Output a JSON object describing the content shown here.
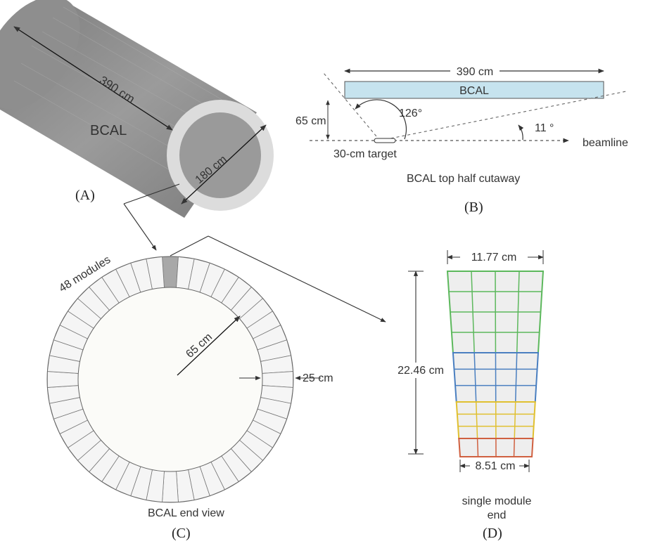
{
  "panel_a": {
    "caption": "(A)",
    "label_detector": "BCAL",
    "label_length": "390 cm",
    "label_diameter": "180 cm"
  },
  "panel_b": {
    "caption": "(B)",
    "label_length": "390 cm",
    "label_detector": "BCAL",
    "label_radius": "65 cm",
    "label_angle_back": "126°",
    "label_angle_forward": "11 °",
    "label_beamline": "beamline",
    "label_target": "30-cm target",
    "label_title": "BCAL  top half cutaway"
  },
  "panel_c": {
    "caption": "(C)",
    "label_modules": "48 modules",
    "label_inner_radius": "65 cm",
    "label_thickness": "25 cm",
    "label_title": "BCAL end view",
    "module_count": 48
  },
  "panel_d": {
    "caption": "(D)",
    "label_top_width": "11.77 cm",
    "label_height": "22.46 cm",
    "label_bottom_width": "8.51 cm",
    "label_title_line1": "single module",
    "label_title_line2": "end",
    "colors": {
      "outer_block": "#5cb85c",
      "middle_block": "#4a7fc0",
      "inner_block": "#e0c030",
      "innermost_block": "#d06040",
      "cell_fill": "#eeeeee"
    }
  },
  "colors": {
    "cylinder_body": "#8a8a8a",
    "cylinder_ring": "#dcdcdc",
    "cylinder_bore": "#9a9a9a",
    "bcal_bar": "#c6e3ee",
    "module_fill": "#f5f5f5",
    "highlight_module": "#a8a8a8",
    "line": "#333333"
  }
}
